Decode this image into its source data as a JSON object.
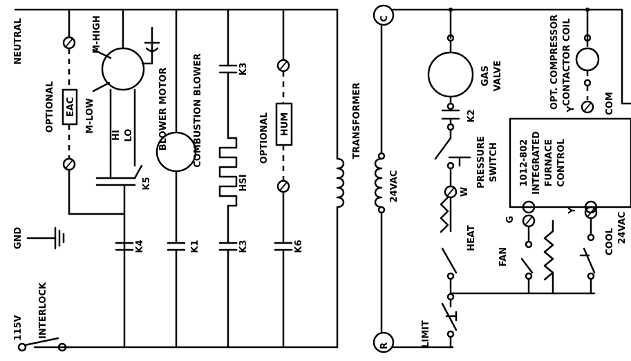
{
  "diagram": {
    "labels": {
      "neutral": "NEUTRAL",
      "optional_eac_left": "OPTIONAL",
      "eac": "EAC",
      "m_high": "M-HIGH",
      "m_low": "M-LOW",
      "hi": "HI",
      "lo": "LO",
      "blower_motor": "BLOWER MOTOR",
      "combustion_blower": "COMBUSTION BLOWER",
      "k5_top": "K5",
      "k3_top": "K3",
      "hsi": "HSI",
      "optional_hum": "OPTIONAL",
      "hum": "HUM",
      "gnd": "GND",
      "k4": "K4",
      "k1": "K1",
      "k3": "K3",
      "k6": "K6",
      "v115": "115V",
      "interlock": "INTERLOCK",
      "transformer": "TRANSFORMER",
      "v24ac": "24VAC",
      "c_terminal": "C",
      "r_terminal": "R",
      "gas_valve": "GAS VALVE",
      "k2": "K2",
      "pressure_switch": "PRESSURE SWITCH",
      "w": "W",
      "heat": "HEAT",
      "fan": "FAN",
      "g": "G",
      "limit": "LIMIT",
      "control": "1012-802 INTEGRATED FURNACE CONTROL",
      "control_l1": "1012-802",
      "control_l2": "INTEGRATED",
      "control_l3": "FURNACE",
      "control_l4": "CONTROL",
      "opt_compressor": "OPT. COMPRESSOR",
      "contactor_coil": "CONTACTOR COIL",
      "y_top": "Y",
      "com": "COM",
      "y_bottom": "Y",
      "cool": "COOL",
      "v24ac_right": "24VAC"
    }
  }
}
